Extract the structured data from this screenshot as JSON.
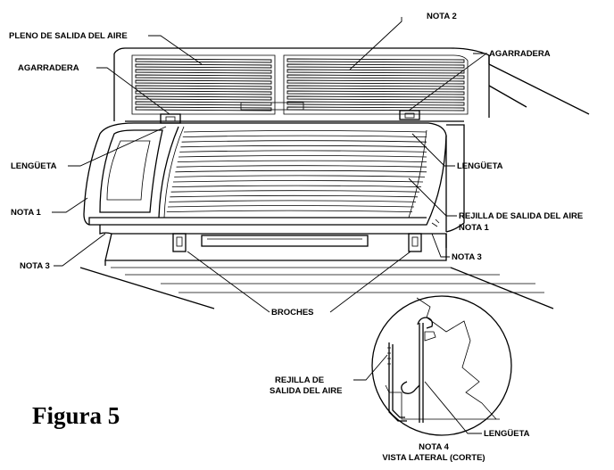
{
  "labels": {
    "nota2": "NOTA 2",
    "pleno": "PLENO DE SALIDA DEL AIRE",
    "agarradera_left": "AGARRADERA",
    "agarradera_right": "AGARRADERA",
    "lengueta_left": "LENGÜETA",
    "lengueta_right": "LENGÜETA",
    "nota1_left": "NOTA 1",
    "rejilla_right_line1": "REJILLA DE SALIDA DEL AIRE",
    "rejilla_right_line2": "NOTA 1",
    "nota3_left": "NOTA 3",
    "nota3_right": "NOTA 3",
    "broches": "BROCHES",
    "rejilla_detail_line1": "REJILLA DE",
    "rejilla_detail_line2": "SALIDA DEL AIRE",
    "lengueta_detail": "LENGÜETA",
    "nota4_line1": "NOTA 4",
    "nota4_line2": "VISTA LATERAL (CORTE)",
    "figure_title": "Figura 5"
  }
}
